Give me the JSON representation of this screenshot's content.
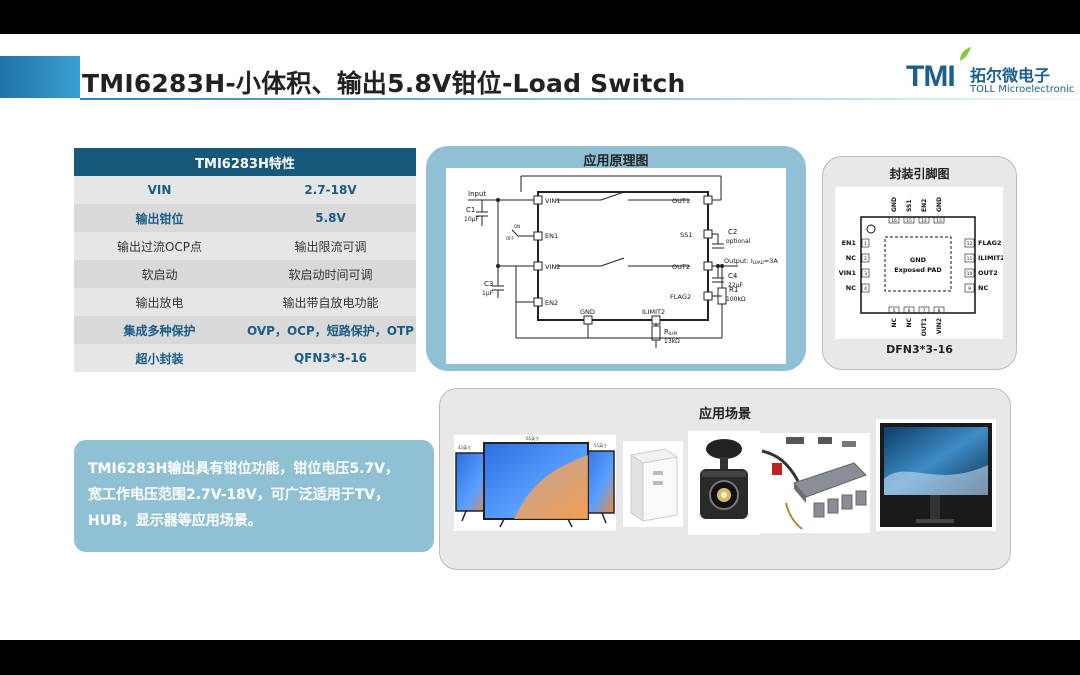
{
  "title": "TMI6283H-小体积、输出5.8V钳位-Load Switch",
  "logo": {
    "mark": "TMI",
    "cn": "拓尔微电子",
    "en": "TOLL Microelectronic"
  },
  "spec_table": {
    "header": "TMI6283H特性",
    "rows": [
      {
        "key": "VIN",
        "value": "2.7-18V",
        "highlight": true
      },
      {
        "key": "输出钳位",
        "value": "5.8V",
        "highlight": true
      },
      {
        "key": "输出过流OCP点",
        "value": "输出限流可调",
        "highlight": false
      },
      {
        "key": "软启动",
        "value": "软启动时间可调",
        "highlight": false
      },
      {
        "key": "输出放电",
        "value": "输出带自放电功能",
        "highlight": false
      },
      {
        "key": "集成多种保护",
        "value": "OVP，OCP，短路保护，OTP",
        "highlight": true
      },
      {
        "key": "超小封装",
        "value": "QFN3*3-16",
        "highlight": true
      }
    ]
  },
  "description": {
    "line1": "TMI6283H输出具有钳位功能，钳位电压5.7V，",
    "line2": "宽工作电压范围2.7V-18V，可广泛适用于TV，",
    "line3": "HUB，显示器等应用场景。"
  },
  "schematic": {
    "title": "应用原理图",
    "input": "Input",
    "output": "Output: I",
    "output_sub": "LOAD",
    "output_tail": "=3A",
    "c1": "C1",
    "c1_val": "10μF",
    "c3": "C3",
    "c3_val": "1μF",
    "c2": "C2",
    "c2_val": "optional",
    "c4": "C4",
    "c4_val": "22μF",
    "r1": "R1",
    "r1_val": "100kΩ",
    "rilim": "R",
    "rilim_sub": "ILIM",
    "rilim_val": "13kΩ",
    "on": "ON",
    "off": "OFF",
    "pins": {
      "vin1": "VIN1",
      "en1": "EN1",
      "vin2": "VIN2",
      "en2": "EN2",
      "out1": "OUT1",
      "ss1": "SS1",
      "out2": "OUT2",
      "flag2": "FLAG2",
      "gnd": "GND",
      "ilimit2": "ILIMIT2"
    }
  },
  "package": {
    "title": "封装引脚图",
    "footer": "DFN3*3-16",
    "center_line1": "GND",
    "center_line2": "Exposed PAD",
    "top_pins": [
      "GND",
      "SS1",
      "EN2",
      "GND"
    ],
    "top_nums": [
      "16",
      "15",
      "14",
      "13"
    ],
    "left_pins": [
      "EN1",
      "NC",
      "VIN1",
      "NC"
    ],
    "left_nums": [
      "1",
      "2",
      "3",
      "4"
    ],
    "right_pins": [
      "FLAG2",
      "ILIMIT2",
      "OUT2",
      "NC"
    ],
    "right_nums": [
      "12",
      "11",
      "10",
      "9"
    ],
    "bottom_pins": [
      "NC",
      "NC",
      "OUT1",
      "VIN2"
    ],
    "bottom_nums": [
      "5",
      "6",
      "7",
      "8"
    ]
  },
  "applications": {
    "title": "应用场景",
    "tv_labels": [
      "43英寸",
      "65英寸",
      "55英寸"
    ]
  },
  "colors": {
    "accent": "#17587a",
    "panel": "#8fc0d3",
    "logo": "#1b5f8e"
  }
}
